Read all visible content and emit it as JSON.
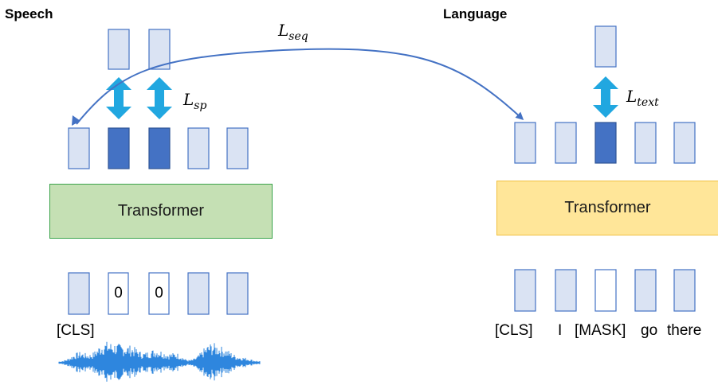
{
  "speech": {
    "title": "Speech",
    "transformer_label": "Transformer",
    "input_zero_1": "0",
    "input_zero_2": "0",
    "cls_label": "[CLS]"
  },
  "language": {
    "title": "Language",
    "transformer_label": "Transformer",
    "tokens": [
      "[CLS]",
      "I",
      "[MASK]",
      "go",
      "there"
    ]
  },
  "losses": {
    "seq": {
      "base": "L",
      "sub": "seq"
    },
    "sp": {
      "base": "L",
      "sub": "sp"
    },
    "text": {
      "base": "L",
      "sub": "text"
    }
  },
  "colors": {
    "token_fill": "#dae3f3",
    "token_stroke": "#4472c4",
    "masked_fill": "#4472c4",
    "speech_transformer_fill": "#c5e0b4",
    "speech_transformer_stroke": "#3aa34a",
    "language_transformer_fill": "#ffe699",
    "language_transformer_stroke": "#f0c040",
    "double_arrow": "#21a7e0",
    "curve_arrow": "#4472c4",
    "waveform": "#2e86de"
  }
}
